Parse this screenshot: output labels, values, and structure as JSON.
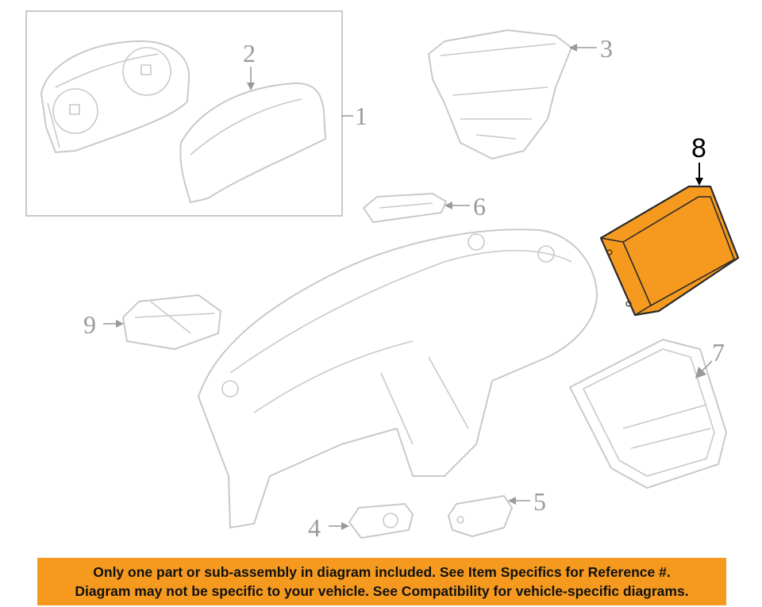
{
  "callouts": {
    "c1": "1",
    "c2": "2",
    "c3": "3",
    "c4": "4",
    "c5": "5",
    "c6": "6",
    "c7": "7",
    "c8": "8",
    "c9": "9"
  },
  "highlight_color": "#f59a1f",
  "banner": {
    "line1": "Only one part or sub-assembly in diagram included. See Item Specifics for Reference #.",
    "line2": "Diagram may not be specific to your vehicle. See Compatibility for vehicle-specific diagrams."
  }
}
